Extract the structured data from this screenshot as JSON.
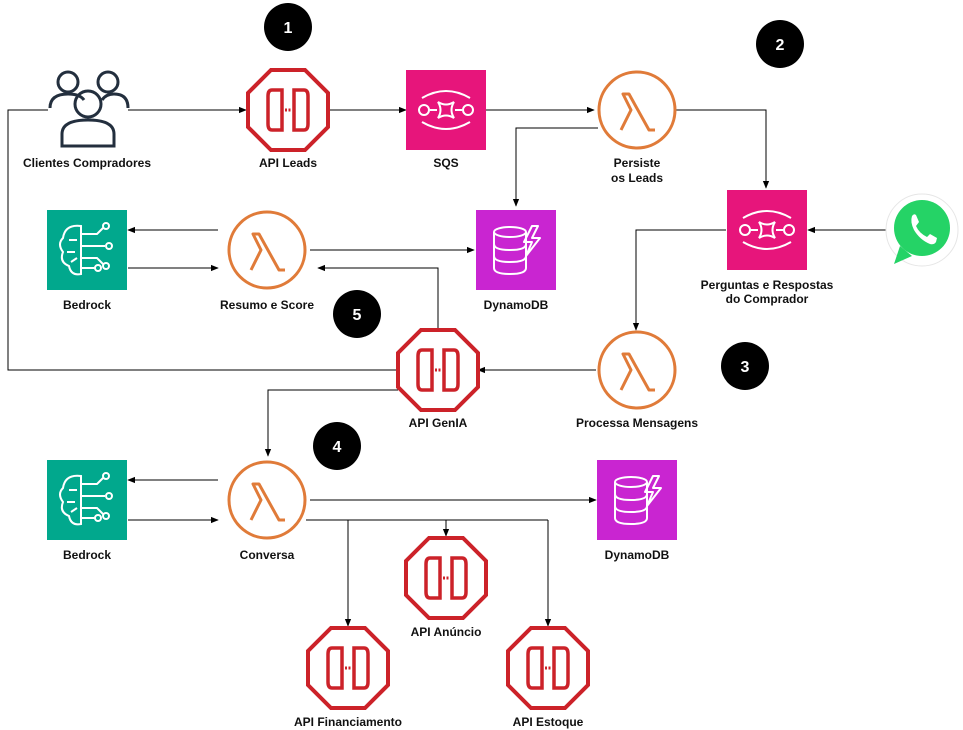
{
  "colors": {
    "api_gateway": "#CC2229",
    "sqs": "#E7157B",
    "lambda": "#E07B39",
    "bedrock": "#01A88D",
    "dynamodb": "#C925D1",
    "whatsapp": "#25D366",
    "badge": "#000000"
  },
  "badges": [
    "1",
    "2",
    "3",
    "4",
    "5"
  ],
  "nodes": {
    "users": {
      "label": "Clientes Compradores",
      "icon": "users-icon"
    },
    "api_leads": {
      "label": "API Leads",
      "icon": "api-gateway-icon"
    },
    "sqs": {
      "label": "SQS",
      "icon": "sqs-icon"
    },
    "persiste": {
      "label1": "Persiste",
      "label2": "os Leads",
      "icon": "lambda-icon"
    },
    "perguntas": {
      "label1": "Perguntas e Respostas",
      "label2": "do Comprador",
      "icon": "sqs-icon"
    },
    "whatsapp": {
      "icon": "whatsapp-icon"
    },
    "bedrock_top": {
      "label": "Bedrock",
      "icon": "bedrock-icon"
    },
    "resumo": {
      "label": "Resumo e Score",
      "icon": "lambda-icon"
    },
    "dynamo_top": {
      "label": "DynamoDB",
      "icon": "dynamodb-icon"
    },
    "api_genia": {
      "label": "API GenIA",
      "icon": "api-gateway-icon"
    },
    "processa": {
      "label": "Processa Mensagens",
      "icon": "lambda-icon"
    },
    "bedrock_bottom": {
      "label": "Bedrock",
      "icon": "bedrock-icon"
    },
    "conversa": {
      "label": "Conversa",
      "icon": "lambda-icon"
    },
    "dynamo_bottom": {
      "label": "DynamoDB",
      "icon": "dynamodb-icon"
    },
    "api_anuncio": {
      "label": "API Anúncio",
      "icon": "api-gateway-icon"
    },
    "api_financiamento": {
      "label": "API Financiamento",
      "icon": "api-gateway-icon"
    },
    "api_estoque": {
      "label": "API Estoque",
      "icon": "api-gateway-icon"
    }
  }
}
